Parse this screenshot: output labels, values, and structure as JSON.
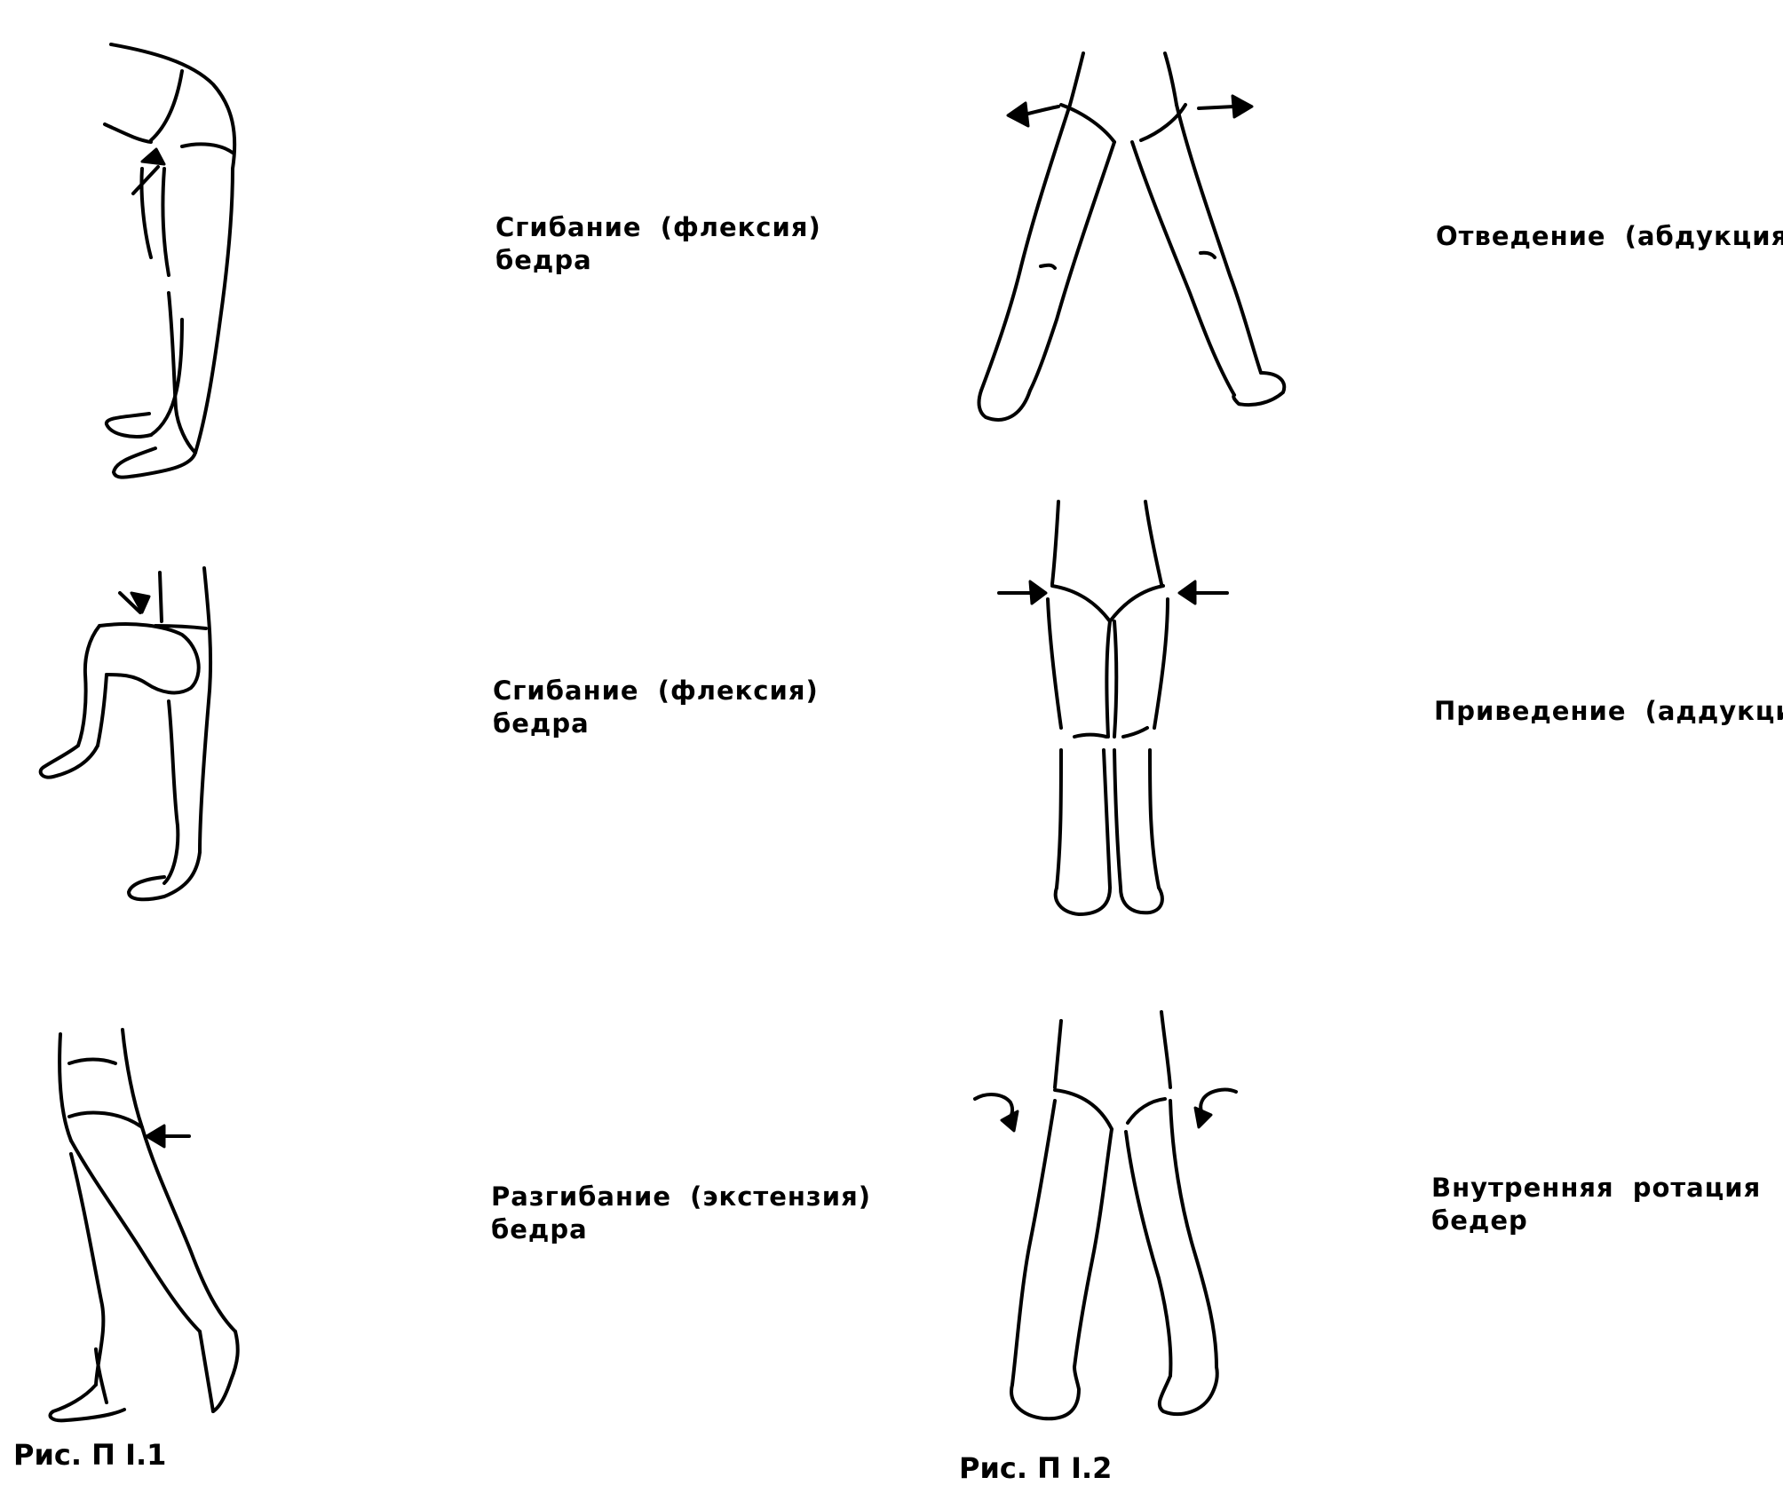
{
  "figures": [
    {
      "caption": "Рис. П I.1",
      "panels": [
        {
          "label_line1": "Сгибание (флексия)",
          "label_line2": "бедра"
        },
        {
          "label_line1": "Сгибание (флексия)",
          "label_line2": "бедра"
        },
        {
          "label_line1": "Разгибание (экстензия)",
          "label_line2": "бедра"
        }
      ]
    },
    {
      "caption": "Рис. П I.2",
      "panels": [
        {
          "label_line1": "Отведение (абдукция)",
          "label_line2": ""
        },
        {
          "label_line1": "Приведение (аддукция)",
          "label_line2": ""
        },
        {
          "label_line1": "Внутренняя ротация",
          "label_line2": "бедер"
        }
      ]
    }
  ],
  "colors": {
    "ink": "#000000",
    "background": "#ffffff"
  }
}
